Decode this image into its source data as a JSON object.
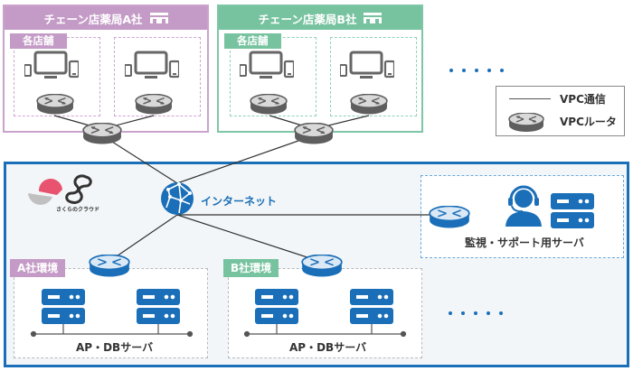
{
  "chains": [
    {
      "title": "チェーン店薬局A社",
      "store_label": "各店舗",
      "color": "#c49bc6",
      "icon": "store-icon"
    },
    {
      "title": "チェーン店薬局B社",
      "store_label": "各店舗",
      "color": "#77c3a0",
      "icon": "store-icon"
    }
  ],
  "legend": {
    "line_label": "VPC通信",
    "router_label": "VPCルータ"
  },
  "cloud": {
    "logo_text": "さくらのクラウド",
    "internet_label": "インターネット",
    "border_color": "#1a6fb8",
    "support": {
      "label": "監視・サポート用サーバ"
    },
    "environments": [
      {
        "tag": "A社環境",
        "server_label": "AP・DBサーバ",
        "color": "#c49bc6"
      },
      {
        "tag": "B社環境",
        "server_label": "AP・DBサーバ",
        "color": "#77c3a0"
      }
    ]
  },
  "ellipsis": "• • • • •"
}
